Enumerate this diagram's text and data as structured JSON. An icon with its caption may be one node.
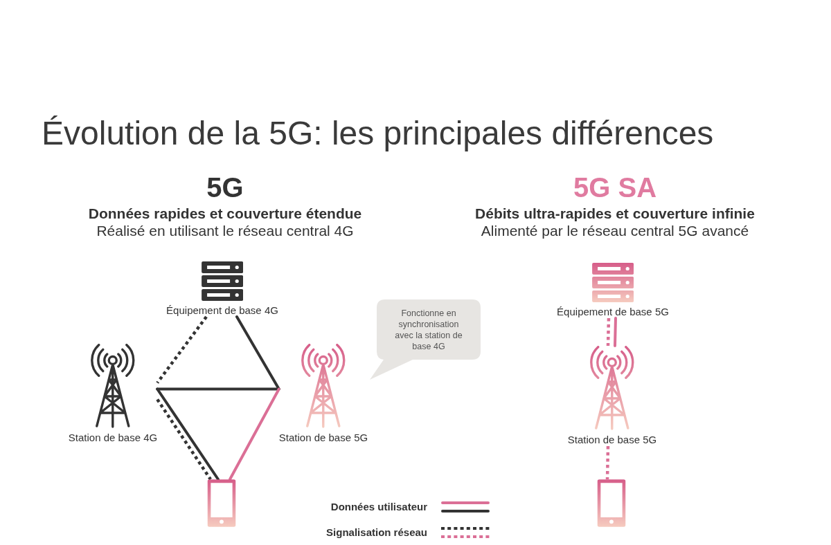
{
  "diagram": {
    "title": "Évolution de la 5G: les principales différences",
    "nodes": [
      {
        "text": [
          "Équipement de base 4G"
        ]
      },
      {
        "text": [
          "Station de base 4G"
        ]
      },
      {
        "text": [
          "Station de base 5G"
        ]
      },
      {
        "text": [
          "Fonctionne en synchronisation avec la station de base 4G"
        ]
      },
      {
        "text": [],
        "shape": "picture"
      },
      {
        "text": [
          "Équipement de base 5G"
        ]
      },
      {
        "text": [
          "Station de base 5G"
        ]
      },
      {
        "text": [],
        "shape": "picture"
      }
    ],
    "edges": [
      {
        "from": 0,
        "to": 1,
        "arrow": "none",
        "style": "dashed"
      },
      {
        "from": 0,
        "to": 2,
        "arrow": "none"
      },
      {
        "from": 2,
        "to": 1,
        "arrow": "none"
      },
      {
        "from": 1,
        "to": 4,
        "arrow": "none"
      },
      {
        "from": 1,
        "to": 4,
        "arrow": "none",
        "style": "dashed"
      },
      {
        "from": 2,
        "to": 4,
        "arrow": "none",
        "color": "#db6f96"
      },
      {
        "from": 5,
        "to": 6,
        "arrow": "none",
        "style": "dashed",
        "color": "#db6f96"
      },
      {
        "from": 5,
        "to": 6,
        "arrow": "none",
        "color": "#db6f96"
      },
      {
        "from": 6,
        "to": 7,
        "arrow": "none",
        "style": "dashed",
        "color": "#db6f96"
      }
    ],
    "labels": [
      "5G",
      "Données rapides et couverture étendue",
      "Réalisé en utilisant le réseau central 4G",
      "5G SA",
      "Débits ultra-rapides et couverture infinie",
      "Alimenté par le réseau central 5G avancé"
    ],
    "legend": [
      {
        "text": "Données utilisateur"
      },
      {
        "text": "Signalisation réseau"
      }
    ]
  }
}
